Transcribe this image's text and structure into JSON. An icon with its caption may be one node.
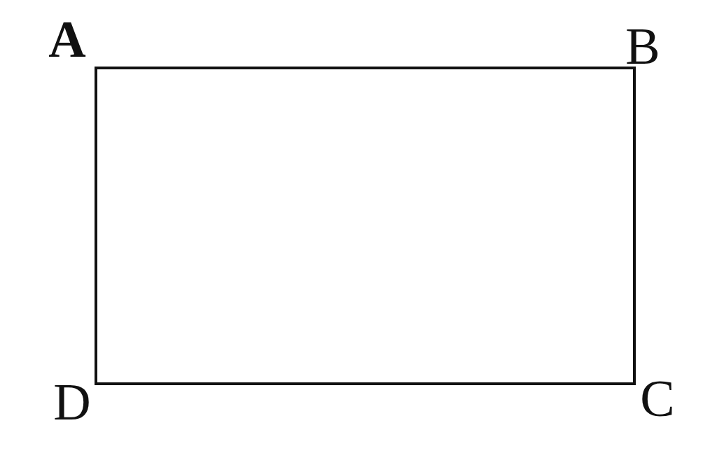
{
  "diagram": {
    "labels": [
      "A",
      "B",
      "D",
      "C"
    ]
  }
}
